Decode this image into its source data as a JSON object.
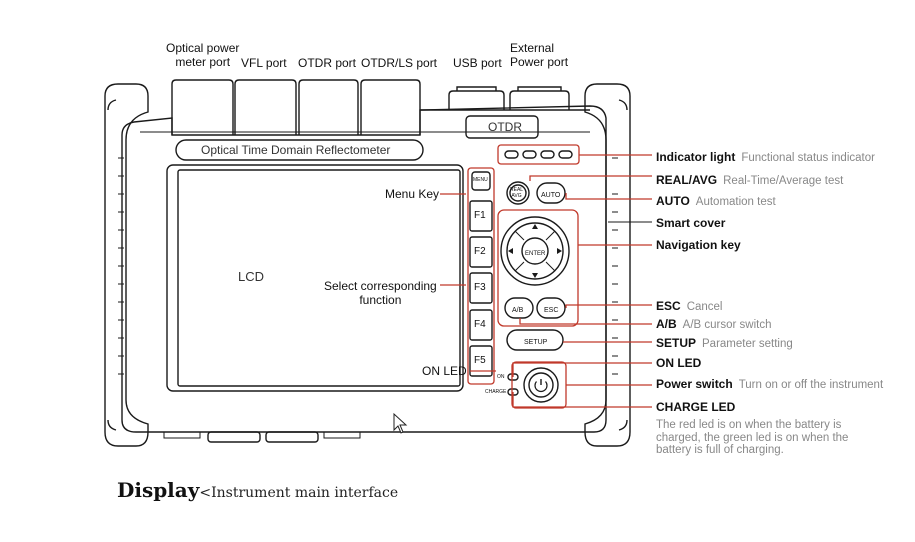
{
  "ports": {
    "optical_power_meter": "Optical power\nmeter port",
    "vfl": "VFL port",
    "otdr": "OTDR port",
    "otdr_ls": "OTDR/LS port",
    "usb": "USB port",
    "external_power": "External\nPower port"
  },
  "device": {
    "brand_plate": "OTDR",
    "model_band": "Optical Time Domain Reflectometer",
    "screen_label": "LCD",
    "menu_key": "MENU",
    "f_keys": [
      "F1",
      "F2",
      "F3",
      "F4",
      "F5"
    ],
    "real_avg_key": "REAL\nAVG",
    "auto_key": "AUTO",
    "enter_key": "ENTER",
    "ab_key": "A/B",
    "esc_key": "ESC",
    "setup_key": "SETUP",
    "on_led_small": "ON",
    "charge_led_small": "CHARGE"
  },
  "left_labels": {
    "menu_key": "Menu Key",
    "select_function": "Select corresponding\nfunction",
    "on_led": "ON LED"
  },
  "annotations": [
    {
      "key": "Indicator light",
      "desc": "Functional status indicator"
    },
    {
      "key": "REAL/AVG",
      "desc": "Real-Time/Average test"
    },
    {
      "key": "AUTO",
      "desc": "Automation test"
    },
    {
      "key": "Smart cover",
      "desc": ""
    },
    {
      "key": "Navigation key",
      "desc": ""
    },
    {
      "key": "ESC",
      "desc": "Cancel"
    },
    {
      "key": "A/B",
      "desc": "A/B cursor switch"
    },
    {
      "key": "SETUP",
      "desc": "Parameter setting"
    },
    {
      "key": "ON LED",
      "desc": ""
    },
    {
      "key": "Power switch",
      "desc": "Turn on or off the instrument"
    },
    {
      "key": "CHARGE LED",
      "desc": ""
    }
  ],
  "charge_note": "The red led is on when the battery is charged, the green led is on when the battery is full of charging.",
  "caption": {
    "title": "Display",
    "subtitle": "<Instrument main interface"
  },
  "colors": {
    "callout": "#c0392b",
    "outline": "#1a1a1a",
    "muted_text": "#888888"
  }
}
